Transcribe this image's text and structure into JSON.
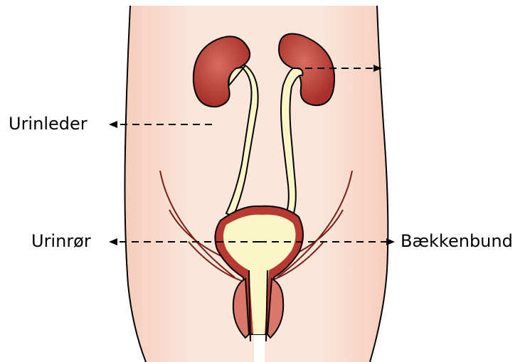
{
  "labels": {
    "ureter": "Urinleder",
    "urethra": "Urinrør",
    "pelvic_floor": "Bækkenbund"
  },
  "colors": {
    "skin": "#f9e0d3",
    "skin_shade": "#f3c7b3",
    "kidney": "#b8392f",
    "kidney_light": "#d76a5c",
    "ureter_fill": "#fbf6c8",
    "bladder_wall": "#b8392f",
    "bladder_fill": "#fbf6c8",
    "outline": "#000000"
  }
}
